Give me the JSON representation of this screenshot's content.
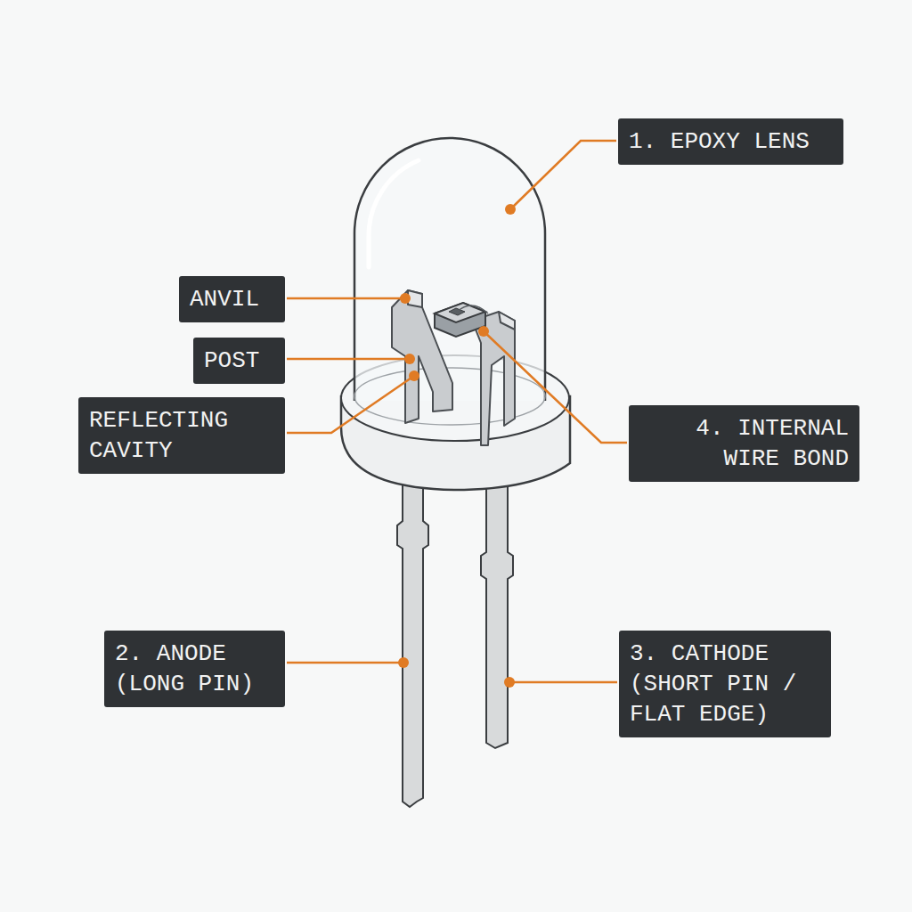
{
  "diagram": {
    "nodes": [
      {
        "text": [
          "1. EPOXY LENS"
        ]
      },
      {
        "text": [
          "ANVIL"
        ]
      },
      {
        "text": [
          "POST"
        ]
      },
      {
        "text": [
          "REFLECTING CAVITY"
        ]
      },
      {
        "text": [
          "4. INTERNAL WIRE BOND"
        ]
      },
      {
        "text": [
          "2. ANODE (LONG PIN)"
        ]
      },
      {
        "text": [
          "3. CATHODE (SHORT PIN / FLAT EDGE)"
        ]
      }
    ]
  }
}
